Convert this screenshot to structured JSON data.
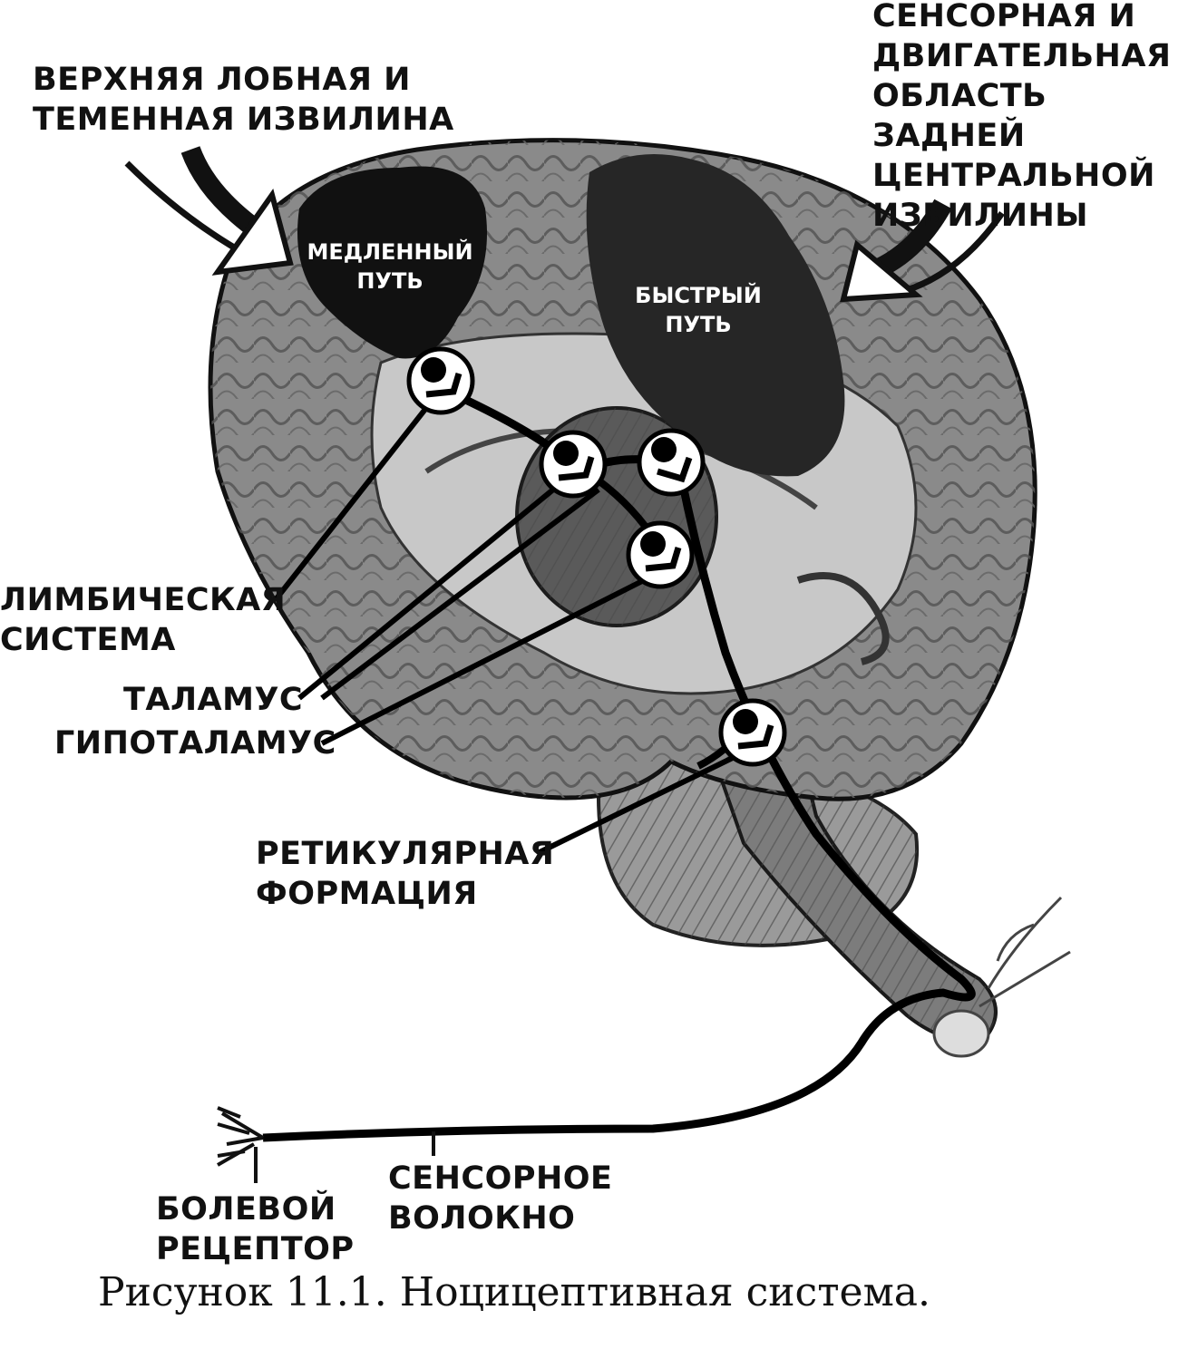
{
  "labels": {
    "upper_gyrus": "ВЕРХНЯЯ ЛОБНАЯ И\nТЕМЕННАЯ ИЗВИЛИНА",
    "sensory_motor": "СЕНСОРНАЯ И\nДВИГАТЕЛЬНАЯ\nОБЛАСТЬ ЗАДНЕЙ\nЦЕНТРАЛЬНОЙ\nИЗВИЛИНЫ",
    "slow_path": "МЕДЛЕННЫЙ\nПУТЬ",
    "fast_path": "БЫСТРЫЙ\nПУТЬ",
    "limbic": "ЛИМБИЧЕСКАЯ\nСИСТЕМА",
    "thalamus": "ТАЛАМУС",
    "hypothalamus": "ГИПОТАЛАМУС",
    "reticular": "РЕТИКУЛЯРНАЯ\nФОРМАЦИЯ",
    "pain_receptor": "БОЛЕВОЙ\nРЕЦЕПТОР",
    "sensory_fiber": "СЕНСОРНОЕ\nВОЛОКНО"
  },
  "caption": "Рисунок 11.1. Ноцицептивная система.",
  "colors": {
    "brain_fill": "#8a8a8a",
    "brain_dark": "#3c3c3c",
    "fast_region": "#262626",
    "slow_region": "#111111",
    "pathway": "#000000",
    "synapse_fill": "#ffffff"
  },
  "icons": [
    "synapse-icon",
    "arrow-icon"
  ]
}
